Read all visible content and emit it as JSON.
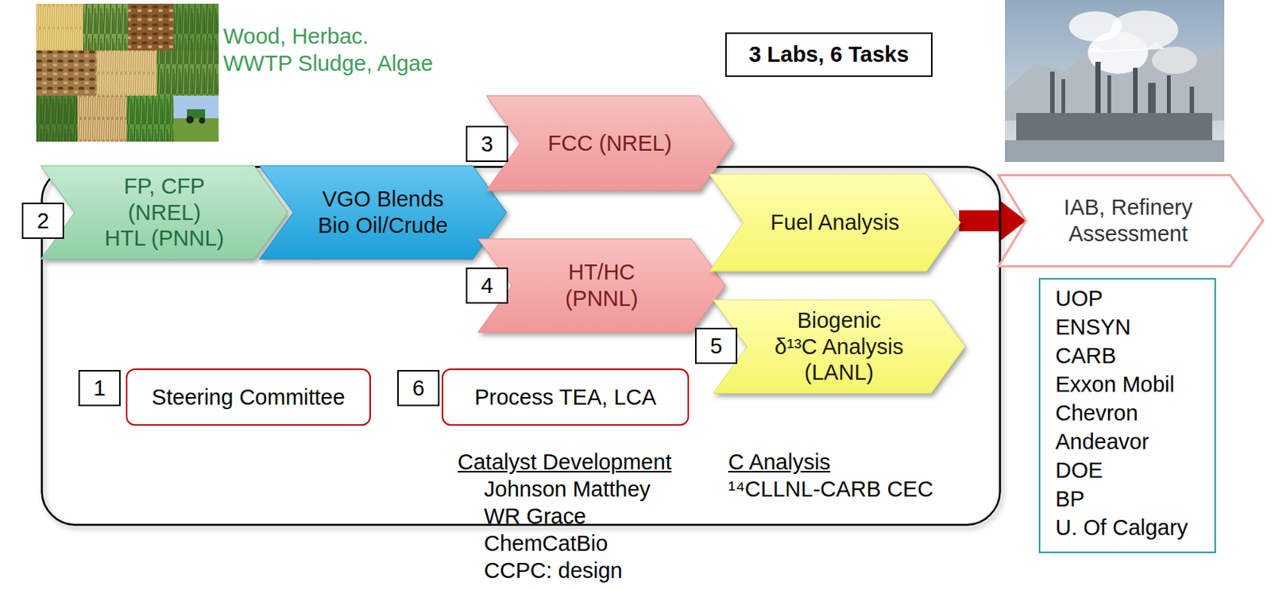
{
  "diagram": {
    "nodes": [
      {
        "text": [
          "3 Labs, 6 Tasks"
        ]
      },
      {
        "text": [
          "FP, CFP (NREL)",
          "HTL (PNNL)"
        ],
        "in": 0
      },
      {
        "text": [
          "VGO Blends Bio Oil/Crude"
        ],
        "in": 0
      },
      {
        "text": [
          "FCC (NREL)"
        ],
        "in": 0
      },
      {
        "text": [
          "HT/HC (PNNL)"
        ],
        "in": 0
      },
      {
        "text": [
          "Fuel Analysis"
        ],
        "in": 0
      },
      {
        "text": [
          "Biogenic",
          "δ¹³C Analysis (LANL)"
        ],
        "in": 0
      },
      {
        "text": [
          "Steering Committee"
        ],
        "in": 0
      },
      {
        "text": [
          "Process TEA, LCA"
        ],
        "in": 0
      },
      {
        "text": [
          "IAB, Refinery Assessment"
        ]
      },
      {
        "text": [
          "UOP",
          "ENSYN",
          "CARB",
          "Exxon Mobil",
          "Chevron",
          "Andeavor",
          "DOE",
          "BP",
          "U. Of Calgary"
        ]
      }
    ],
    "edges": [
      {
        "from": 5,
        "to": 9,
        "arrow": "to"
      }
    ],
    "labels": [
      "Wood, Herbac. WWTP Sludge, Algae",
      "2",
      "3",
      "4",
      "5",
      "1",
      "6",
      "Catalyst Development",
      "Johnson Matthey",
      "WR Grace",
      "ChemCatBio",
      "CCPC: design",
      "C Analysis",
      "¹⁴CLLNL-CARB CEC"
    ]
  }
}
